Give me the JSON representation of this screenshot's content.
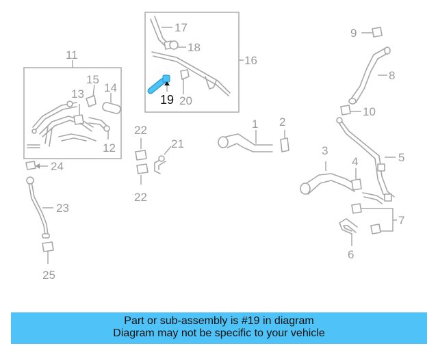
{
  "callouts": {
    "c1": "1",
    "c2": "2",
    "c3": "3",
    "c4": "4",
    "c5": "5",
    "c6": "6",
    "c7": "7",
    "c8": "8",
    "c9": "9",
    "c10": "10",
    "c11": "11",
    "c12": "12",
    "c13": "13",
    "c14": "14",
    "c15": "15",
    "c16": "16",
    "c17": "17",
    "c18": "18",
    "c19": "19",
    "c20": "20",
    "c21": "21",
    "c22a": "22",
    "c22b": "22",
    "c23": "23",
    "c24": "24",
    "c25": "25"
  },
  "highlight": {
    "color": "#4fc3f7",
    "part_number": "19"
  },
  "banner": {
    "line1": "Part or sub-assembly is #19 in diagram",
    "line2": "Diagram may not be specific to your vehicle",
    "background": "#4fc3f7"
  }
}
